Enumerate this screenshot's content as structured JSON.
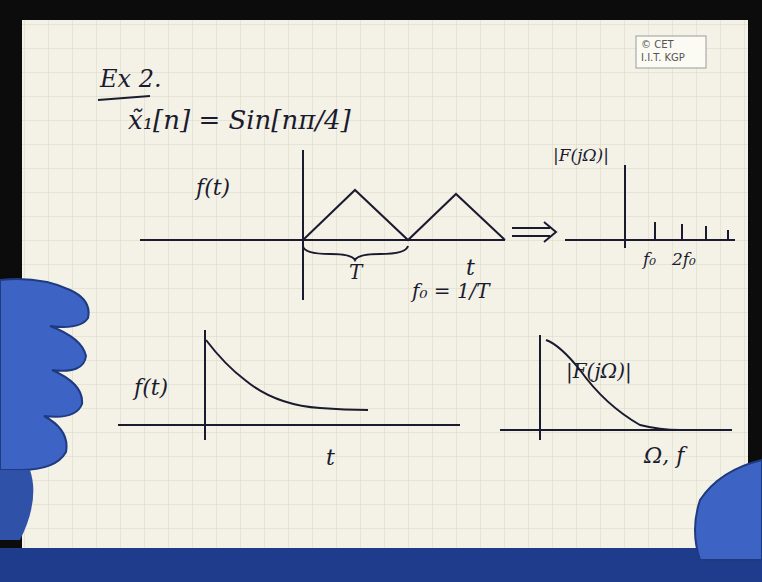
{
  "diagram": {
    "labels": [
      "Ex 2.",
      "x̃₁[n] = Sin[nπ/4]",
      "f(t)",
      "T",
      "t",
      "|F(jΩ)|",
      "f₀",
      "2f₀",
      "f₀ = 1/T",
      "f(t)",
      "t",
      "|F(jΩ)|",
      "Ω, f",
      "© CET",
      "I.I.T. KGP"
    ]
  }
}
